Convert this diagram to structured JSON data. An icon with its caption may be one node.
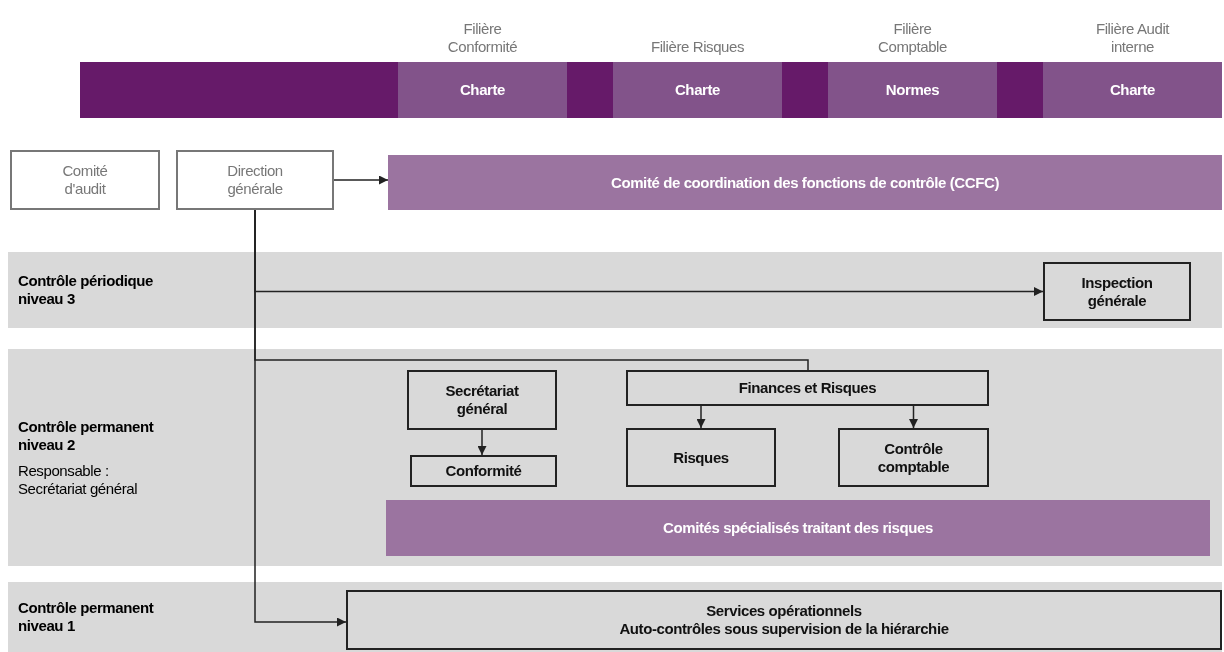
{
  "diagram": {
    "nodes": [
      {
        "text": [],
        "shape": "bar"
      },
      {
        "text": [
          "Filière Conformité",
          "Charte"
        ],
        "in": 0
      },
      {
        "text": [
          "Filière Risques",
          "Charte"
        ],
        "in": 0
      },
      {
        "text": [
          "Filière Comptable",
          "Normes"
        ],
        "in": 0
      },
      {
        "text": [
          "Filière Audit interne",
          "Charte"
        ],
        "in": 0
      },
      {
        "text": [
          "Comité d'audit"
        ]
      },
      {
        "text": [
          "Direction générale"
        ]
      },
      {
        "text": [
          "Comité de coordination des fonctions de contrôle (CCFC)"
        ]
      },
      {
        "text": [
          "Contrôle périodique niveau 3"
        ]
      },
      {
        "text": [
          "Inspection générale"
        ],
        "in": 8
      },
      {
        "text": [
          "Contrôle permanent niveau 2",
          "Responsable : Secrétariat général"
        ]
      },
      {
        "text": [
          "Secrétariat général"
        ],
        "in": 10
      },
      {
        "text": [
          "Conformité"
        ],
        "in": 10
      },
      {
        "text": [
          "Finances et Risques"
        ],
        "in": 10
      },
      {
        "text": [
          "Risques"
        ],
        "in": 10
      },
      {
        "text": [
          "Contrôle comptable"
        ],
        "in": 10
      },
      {
        "text": [
          "Comités spécialisés traitant des risques"
        ],
        "in": 10
      },
      {
        "text": [
          "Contrôle permanent niveau 1"
        ]
      },
      {
        "text": [
          "Services opérationnels",
          "Auto-contrôles sous supervision de la hiérarchie"
        ],
        "in": 17
      }
    ],
    "edges": [
      {
        "from": 6,
        "to": 7,
        "arrow": "to"
      },
      {
        "from": 6,
        "to": 9,
        "arrow": "to"
      },
      {
        "from": 6,
        "to": 13,
        "arrow": "none"
      },
      {
        "from": 6,
        "to": 18,
        "arrow": "to"
      },
      {
        "from": 11,
        "to": 12,
        "arrow": "to"
      },
      {
        "from": 13,
        "to": 14,
        "arrow": "to"
      },
      {
        "from": 13,
        "to": 15,
        "arrow": "to"
      }
    ]
  }
}
